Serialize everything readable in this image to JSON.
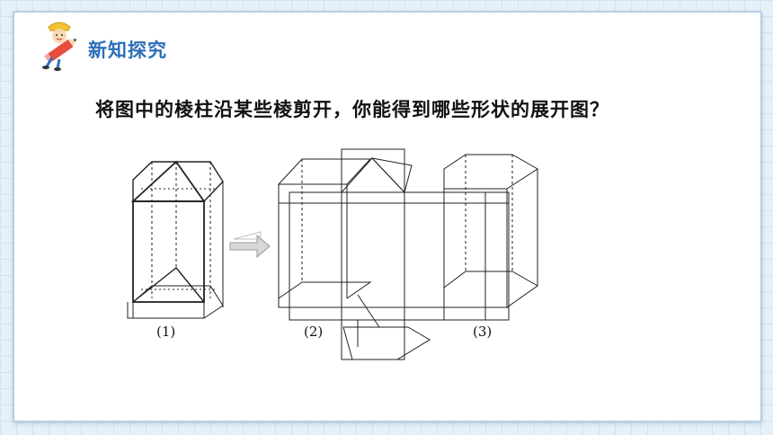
{
  "header": {
    "title": "新知探究",
    "mascot_icon": "pencil-mascot-icon"
  },
  "question": "将图中的棱柱沿某些棱剪开，你能得到哪些形状的展开图？",
  "figures": {
    "labels": [
      "(1)",
      "(2)",
      "(3)"
    ],
    "arrow_icon": "arrow-right-icon"
  },
  "colors": {
    "title": "#2d6fb9",
    "background": "#e6f0f9",
    "border": "#b7cce2"
  }
}
